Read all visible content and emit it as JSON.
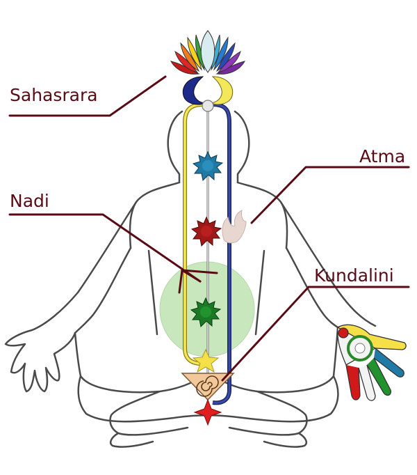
{
  "labels": {
    "sahasrara": "Sahasrara",
    "atma": "Atma",
    "nadi": "Nadi",
    "kundalini": "Kundalini"
  },
  "colors": {
    "outline": "#4a4a4a",
    "leader_line": "#5a0a14",
    "ida_channel": "#f3e85a",
    "pingala_channel": "#2b3a8f",
    "navel_circle": "#b8e0a8",
    "throat_chakra": "#1f7aa6",
    "heart_chakra": "#a01818",
    "navel_chakra": "#1a7a24",
    "sacral_star": "#f6e04a",
    "root_star": "#e02020",
    "kundalini_triangle": "#f2c79a"
  },
  "icons": {
    "crown": "lotus-icon",
    "moon": "crescent-moon-icon",
    "throat": "sun-chakra-icon",
    "heart": "sun-chakra-icon",
    "navel": "sun-chakra-icon",
    "sacral": "star-icon",
    "root": "four-point-star-icon",
    "atma": "flame-icon",
    "kundalini": "spiral-icon",
    "hand": "hand-mudra-icon"
  }
}
